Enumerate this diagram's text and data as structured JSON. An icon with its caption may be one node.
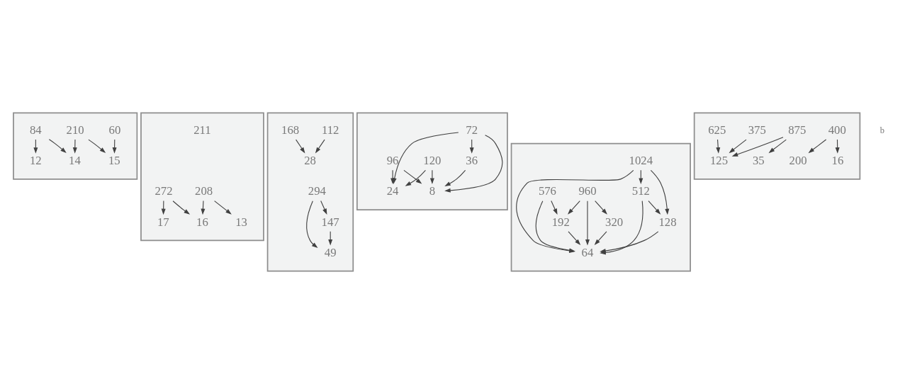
{
  "diagram": {
    "nodes": [
      {
        "text": [],
        "shape": "box"
      },
      {
        "text": [
          "210"
        ],
        "in": 0
      },
      {
        "text": [
          "84"
        ],
        "in": 0
      },
      {
        "text": [
          "12"
        ],
        "in": 0
      },
      {
        "text": [
          "14"
        ],
        "in": 0
      },
      {
        "text": [
          "15"
        ],
        "in": 0
      },
      {
        "text": [
          "60"
        ],
        "in": 0
      },
      {
        "text": [],
        "shape": "box"
      },
      {
        "text": [
          "96"
        ],
        "in": 7
      },
      {
        "text": [
          "24"
        ],
        "in": 7
      },
      {
        "text": [
          "72"
        ],
        "in": 7
      },
      {
        "text": [
          "120"
        ],
        "in": 7
      },
      {
        "text": [
          "36"
        ],
        "in": 7
      },
      {
        "text": [
          "8"
        ],
        "in": 7
      },
      {
        "text": [],
        "shape": "box"
      },
      {
        "text": [
          "200"
        ],
        "in": 14
      },
      {
        "text": [
          "875"
        ],
        "in": 14
      },
      {
        "text": [
          "125"
        ],
        "in": 14
      },
      {
        "text": [
          "400"
        ],
        "in": 14
      },
      {
        "text": [
          "16"
        ],
        "in": 14
      },
      {
        "text": [
          "375"
        ],
        "in": 14
      },
      {
        "text": [
          "625"
        ],
        "in": 14
      },
      {
        "text": [
          "35"
        ],
        "in": 14
      },
      {
        "text": [],
        "shape": "box"
      },
      {
        "text": [
          "208"
        ],
        "in": 23
      },
      {
        "text": [
          "13"
        ],
        "in": 23
      },
      {
        "text": [
          "211"
        ],
        "in": 23
      },
      {
        "text": [
          "16"
        ],
        "in": 23
      },
      {
        "text": [
          "17"
        ],
        "in": 23
      },
      {
        "text": [
          "272"
        ],
        "in": 23
      },
      {
        "text": [],
        "shape": "box"
      },
      {
        "text": [
          "49"
        ],
        "in": 30
      },
      {
        "text": [
          "28"
        ],
        "in": 30
      },
      {
        "text": [
          "112"
        ],
        "in": 30
      },
      {
        "text": [
          "168"
        ],
        "in": 30
      },
      {
        "text": [
          "147"
        ],
        "in": 30
      },
      {
        "text": [
          "294"
        ],
        "in": 30
      },
      {
        "text": [],
        "shape": "box"
      },
      {
        "text": [
          "128"
        ],
        "in": 37
      },
      {
        "text": [
          "320"
        ],
        "in": 37
      },
      {
        "text": [
          "960"
        ],
        "in": 37
      },
      {
        "text": [
          "512"
        ],
        "in": 37
      },
      {
        "text": [
          "1024"
        ],
        "in": 37
      },
      {
        "text": [
          "576"
        ],
        "in": 37
      },
      {
        "text": [
          "64"
        ],
        "in": 37
      },
      {
        "text": [
          "192"
        ],
        "in": 37
      }
    ],
    "edges": [
      {
        "from": 1,
        "to": 4,
        "arrow": "to"
      },
      {
        "from": 1,
        "to": 5,
        "arrow": "to"
      },
      {
        "from": 2,
        "to": 3,
        "arrow": "to"
      },
      {
        "from": 2,
        "to": 4,
        "arrow": "to"
      },
      {
        "from": 6,
        "to": 5,
        "arrow": "to"
      },
      {
        "from": 8,
        "to": 9,
        "arrow": "to"
      },
      {
        "from": 8,
        "to": 13,
        "arrow": "to"
      },
      {
        "from": 10,
        "to": 9,
        "arrow": "to"
      },
      {
        "from": 10,
        "to": 13,
        "arrow": "to"
      },
      {
        "from": 10,
        "to": 12,
        "arrow": "to"
      },
      {
        "from": 11,
        "to": 9,
        "arrow": "to"
      },
      {
        "from": 11,
        "to": 13,
        "arrow": "to"
      },
      {
        "from": 12,
        "to": 13,
        "arrow": "to"
      },
      {
        "from": 18,
        "to": 15,
        "arrow": "to"
      },
      {
        "from": 16,
        "to": 17,
        "arrow": "to"
      },
      {
        "from": 16,
        "to": 22,
        "arrow": "to"
      },
      {
        "from": 18,
        "to": 19,
        "arrow": "to"
      },
      {
        "from": 21,
        "to": 17,
        "arrow": "to"
      },
      {
        "from": 20,
        "to": 17,
        "arrow": "to"
      },
      {
        "from": 24,
        "to": 25,
        "arrow": "to"
      },
      {
        "from": 24,
        "to": 27,
        "arrow": "to"
      },
      {
        "from": 29,
        "to": 27,
        "arrow": "to"
      },
      {
        "from": 29,
        "to": 28,
        "arrow": "to"
      },
      {
        "from": 33,
        "to": 32,
        "arrow": "to"
      },
      {
        "from": 34,
        "to": 32,
        "arrow": "to"
      },
      {
        "from": 36,
        "to": 31,
        "arrow": "to"
      },
      {
        "from": 35,
        "to": 31,
        "arrow": "to"
      },
      {
        "from": 36,
        "to": 35,
        "arrow": "to"
      },
      {
        "from": 42,
        "to": 38,
        "arrow": "to"
      },
      {
        "from": 38,
        "to": 44,
        "arrow": "to"
      },
      {
        "from": 41,
        "to": 38,
        "arrow": "to"
      },
      {
        "from": 40,
        "to": 39,
        "arrow": "to"
      },
      {
        "from": 39,
        "to": 44,
        "arrow": "to"
      },
      {
        "from": 42,
        "to": 41,
        "arrow": "to"
      },
      {
        "from": 42,
        "to": 44,
        "arrow": "to"
      },
      {
        "from": 41,
        "to": 44,
        "arrow": "to"
      },
      {
        "from": 40,
        "to": 44,
        "arrow": "to"
      },
      {
        "from": 40,
        "to": 45,
        "arrow": "to"
      },
      {
        "from": 43,
        "to": 44,
        "arrow": "to"
      },
      {
        "from": 43,
        "to": 45,
        "arrow": "to"
      },
      {
        "from": 45,
        "to": 44,
        "arrow": "to"
      }
    ],
    "labels": [
      "b"
    ]
  }
}
